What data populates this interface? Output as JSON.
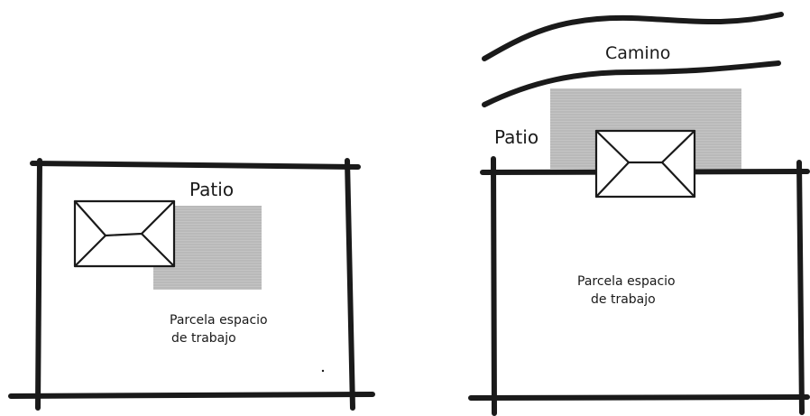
{
  "left_panel": {
    "patio_label": "Patio",
    "parcel_label_line1": "Parcela espacio",
    "parcel_label_line2": "de trabajo"
  },
  "right_panel": {
    "road_label": "Camino",
    "patio_label": "Patio",
    "parcel_label_line1": "Parcela espacio",
    "parcel_label_line2": "de trabajo"
  },
  "colors": {
    "ink": "#1a1a1a",
    "patio_fill": "#bdbdbd",
    "background": "#ffffff"
  }
}
